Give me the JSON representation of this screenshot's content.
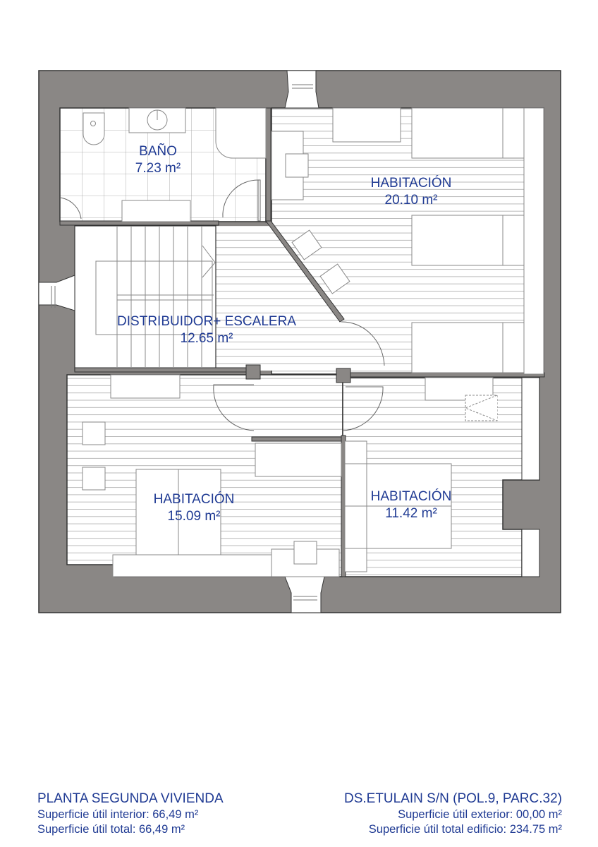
{
  "plan": {
    "colors": {
      "wall": "#8a8785",
      "wall_outline": "#333333",
      "line": "#8c8c8c",
      "label": "#1f3a93",
      "background": "#ffffff"
    },
    "rooms": [
      {
        "id": "bano",
        "name": "BAÑO",
        "area": "7.23 m²"
      },
      {
        "id": "habitacion-1",
        "name": "HABITACIÓN",
        "area": "20.10 m²"
      },
      {
        "id": "distribuidor",
        "name": "DISTRIBUIDOR+ ESCALERA",
        "area": "12.65 m²"
      },
      {
        "id": "habitacion-2",
        "name": "HABITACIÓN",
        "area": "15.09 m²"
      },
      {
        "id": "habitacion-3",
        "name": "HABITACIÓN",
        "area": "11.42 m²"
      }
    ]
  },
  "footer": {
    "left": {
      "title": "PLANTA SEGUNDA VIVIENDA",
      "interior": "Superficie útil interior: 66,49 m²",
      "total": "Superficie útil total: 66,49 m²"
    },
    "right": {
      "title": "DS.ETULAIN S/N (POL.9, PARC.32)",
      "exterior": "Superficie útil exterior: 00,00 m²",
      "total_building": "Superficie útil total edificio: 234.75 m²"
    }
  }
}
